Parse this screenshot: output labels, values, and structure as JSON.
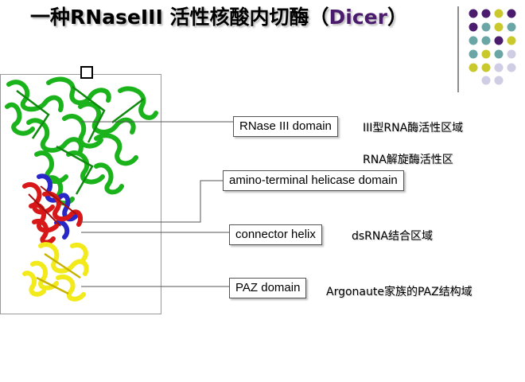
{
  "slide": {
    "title_main": "一种RNaseIII 活性核酸内切酶（",
    "title_accent": "Dicer",
    "title_end": "）"
  },
  "domains": [
    {
      "label": "RNase III domain"
    },
    {
      "label": "amino-terminal helicase domain"
    },
    {
      "label": "connector helix"
    },
    {
      "label": "PAZ domain"
    }
  ],
  "descriptions": [
    {
      "text": "III型RNA酶活性区域"
    },
    {
      "text": "RNA解旋酶活性区"
    },
    {
      "text": "dsRNA结合区域"
    },
    {
      "text": "Argonaute家族的PAZ结构域"
    }
  ],
  "colors": {
    "purple": "#4b1b6e",
    "teal": "#6aa6a6",
    "yellow": "#c9c92d",
    "lavender": "#cfcde3",
    "green": "#1bb31b",
    "blue": "#2828c8",
    "red": "#d81818",
    "gold": "#f2ea1a"
  }
}
